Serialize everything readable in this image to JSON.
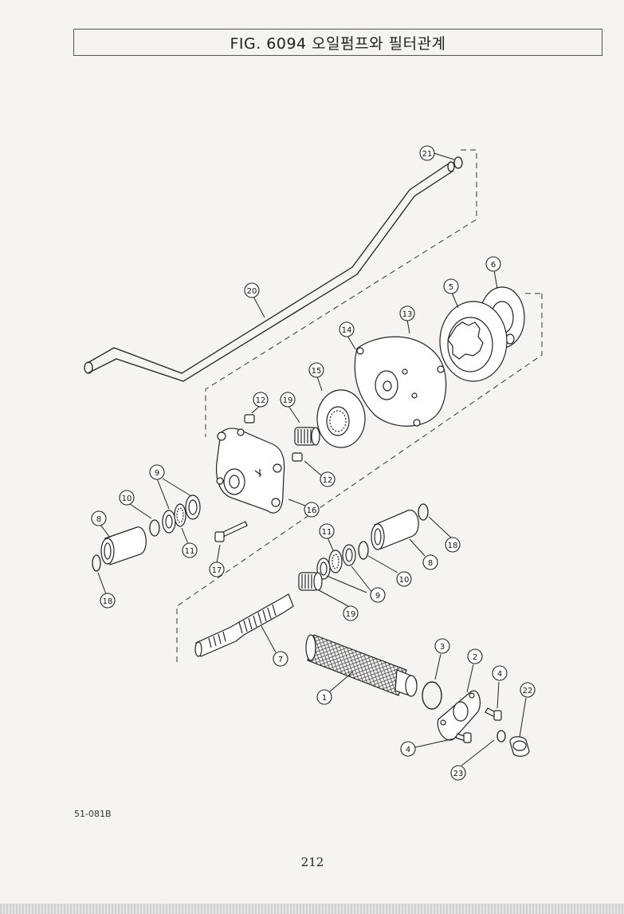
{
  "title": "FIG. 6094 오일펌프와 필터관계",
  "drawing_code": "51-081B",
  "page_number": "212",
  "callouts": {
    "c1": "1",
    "c2": "2",
    "c3": "3",
    "c4a": "4",
    "c4b": "4",
    "c5": "5",
    "c6": "6",
    "c7": "7",
    "c8a": "8",
    "c8b": "8",
    "c9a": "9",
    "c9b": "9",
    "c10a": "10",
    "c10b": "10",
    "c11a": "11",
    "c11b": "11",
    "c12a": "12",
    "c12b": "12",
    "c13": "13",
    "c14": "14",
    "c15": "15",
    "c16": "16",
    "c17": "17",
    "c18a": "18",
    "c18b": "18",
    "c19a": "19",
    "c19b": "19",
    "c20": "20",
    "c21": "21",
    "c22": "22",
    "c23": "23"
  }
}
